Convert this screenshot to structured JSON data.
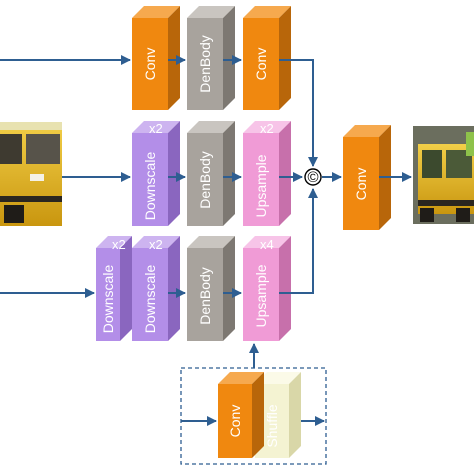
{
  "colors": {
    "conv": "#f0880f",
    "denbody": "#a8a39d",
    "downscale": "#b38ee8",
    "upsample": "#f09bd6",
    "shuffle": "#f4f3d2",
    "arrow": "#2e5e91",
    "image_bus": "#e7b724",
    "image_bus_out": "#c9a81e"
  },
  "blocks": {
    "conv_top_1": {
      "label": "Conv",
      "mult": ""
    },
    "denbody_top": {
      "label": "DenBody",
      "mult": ""
    },
    "conv_top_2": {
      "label": "Conv",
      "mult": ""
    },
    "downscale_mid": {
      "label": "Downscale",
      "mult": "x2"
    },
    "denbody_mid": {
      "label": "DenBody",
      "mult": ""
    },
    "upsample_mid": {
      "label": "Upsample",
      "mult": "x2"
    },
    "downscale_bot_1": {
      "label": "Downscale",
      "mult": "x2"
    },
    "downscale_bot_2": {
      "label": "Downscale",
      "mult": "x2"
    },
    "denbody_bot": {
      "label": "DenBody",
      "mult": ""
    },
    "upsample_bot": {
      "label": "Upsample",
      "mult": "x4"
    },
    "conv_out": {
      "label": "Conv",
      "mult": ""
    },
    "conv_sub": {
      "label": "Conv",
      "mult": ""
    },
    "shuffle_sub": {
      "label": "Shuffle",
      "mult": ""
    }
  },
  "concat_symbol": "©"
}
